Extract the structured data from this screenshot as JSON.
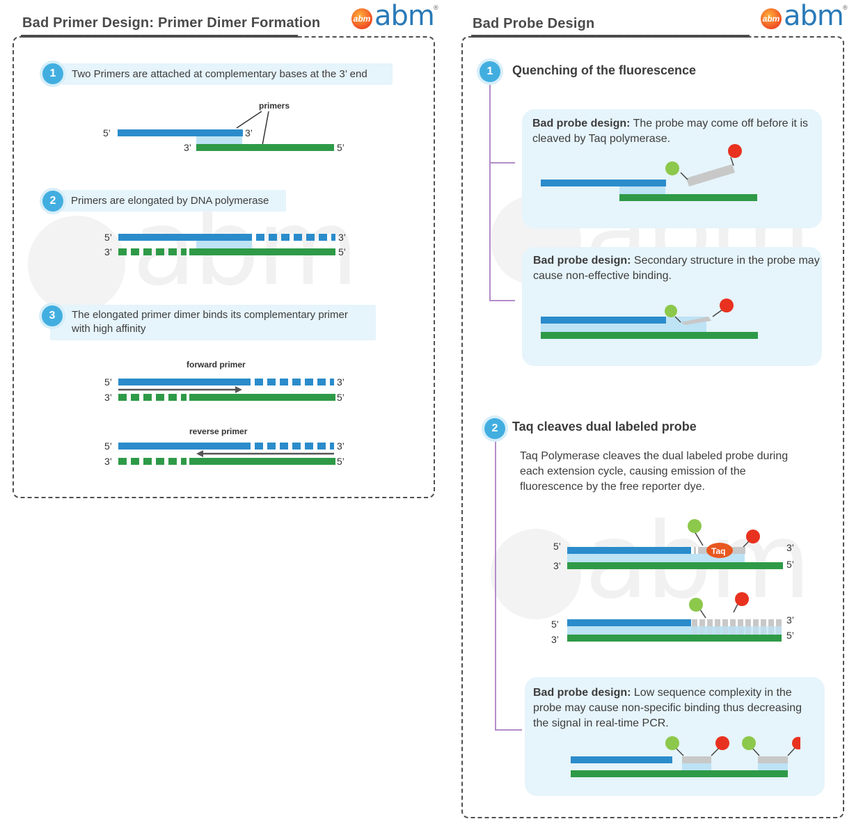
{
  "logo": {
    "ball_text": "abm",
    "word": "abm",
    "reg": "®"
  },
  "left": {
    "title": "Bad Primer Design: Primer Dimer Formation",
    "steps": [
      {
        "num": "1",
        "text": "Two Primers are attached at complementary bases at the 3’ end"
      },
      {
        "num": "2",
        "text": "Primers are elongated by DNA polymerase"
      },
      {
        "num": "3",
        "text": "The elongated primer dimer binds its complementary primer with high affinity"
      }
    ],
    "labels": {
      "primers": "primers",
      "forward_primer": "forward primer",
      "reverse_primer": "reverse primer",
      "five": "5’",
      "three": "3’"
    }
  },
  "right": {
    "title": "Bad Probe Design",
    "section1": {
      "num": "1",
      "heading": "Quenching of the fluorescence",
      "card1": {
        "bold": "Bad probe design:",
        "text": " The probe may come off before it is cleaved by Taq polymerase."
      },
      "card2": {
        "bold": "Bad probe design:",
        "text": " Secondary structure in the probe may cause non-effective binding."
      }
    },
    "section2": {
      "num": "2",
      "heading": "Taq cleaves dual labeled probe",
      "paragraph": "Taq Polymerase cleaves the dual labeled probe during each extension cycle, causing emission of the fluorescence by the free reporter dye.",
      "taq_label": "Taq",
      "card3": {
        "bold": "Bad probe design:",
        "text": " Low sequence complexity in the probe may cause non-specific binding thus decreasing the signal in real-time PCR."
      }
    }
  },
  "colors": {
    "blue": "#2b8ccb",
    "light_blue": "#bde3f5",
    "green": "#2e9a47",
    "reporter": "#8cc84b",
    "quencher": "#e8321f",
    "probe_grey": "#c8c8c8",
    "taq": "#e8571f",
    "badge": "#42aee0",
    "bracket": "#b48cc8"
  }
}
